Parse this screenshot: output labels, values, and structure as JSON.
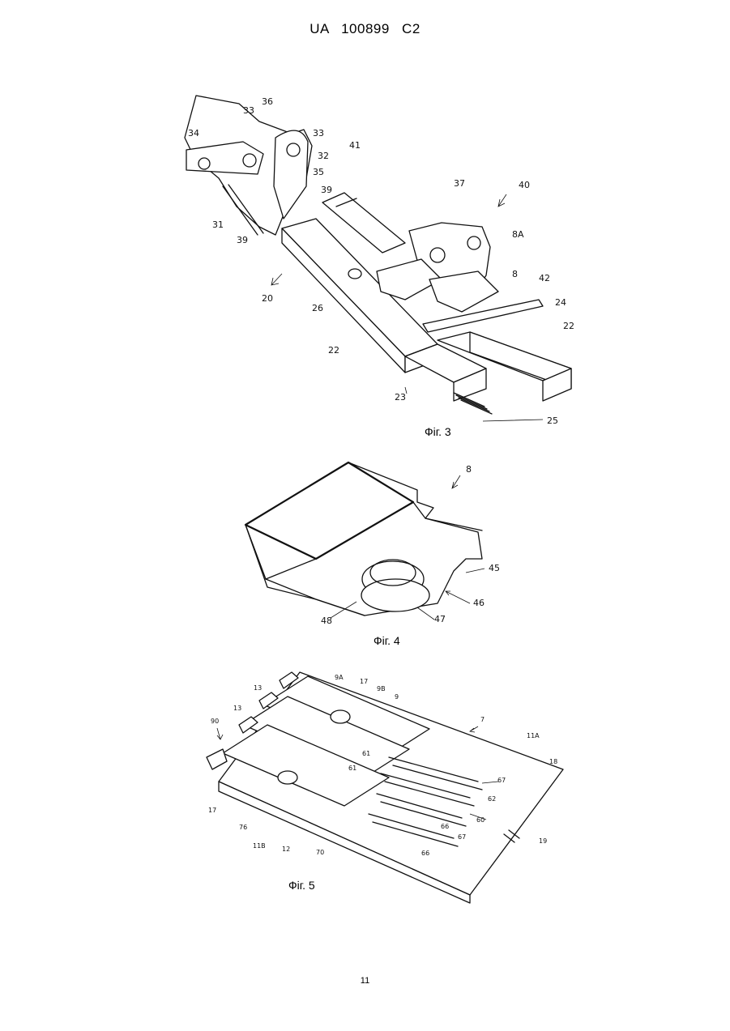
{
  "header": {
    "patent_id": "UA   100899   C2"
  },
  "figures": [
    {
      "caption": "Фіг. 3",
      "refs": [
        "36",
        "33",
        "33",
        "34",
        "32",
        "35",
        "39",
        "31",
        "39",
        "41",
        "37",
        "40",
        "8A",
        "8",
        "42",
        "24",
        "22",
        "20",
        "26",
        "22",
        "23",
        "25"
      ]
    },
    {
      "caption": "Фіг. 4",
      "refs": [
        "8",
        "45",
        "46",
        "48",
        "47"
      ]
    },
    {
      "caption": "Фіг. 5",
      "refs": [
        "9A",
        "17",
        "9B",
        "9",
        "13",
        "13",
        "90",
        "7",
        "11A",
        "18",
        "61",
        "61",
        "67",
        "62",
        "60",
        "66",
        "67",
        "66",
        "17",
        "76",
        "11B",
        "12",
        "70",
        "19"
      ]
    }
  ],
  "page_number": "11"
}
